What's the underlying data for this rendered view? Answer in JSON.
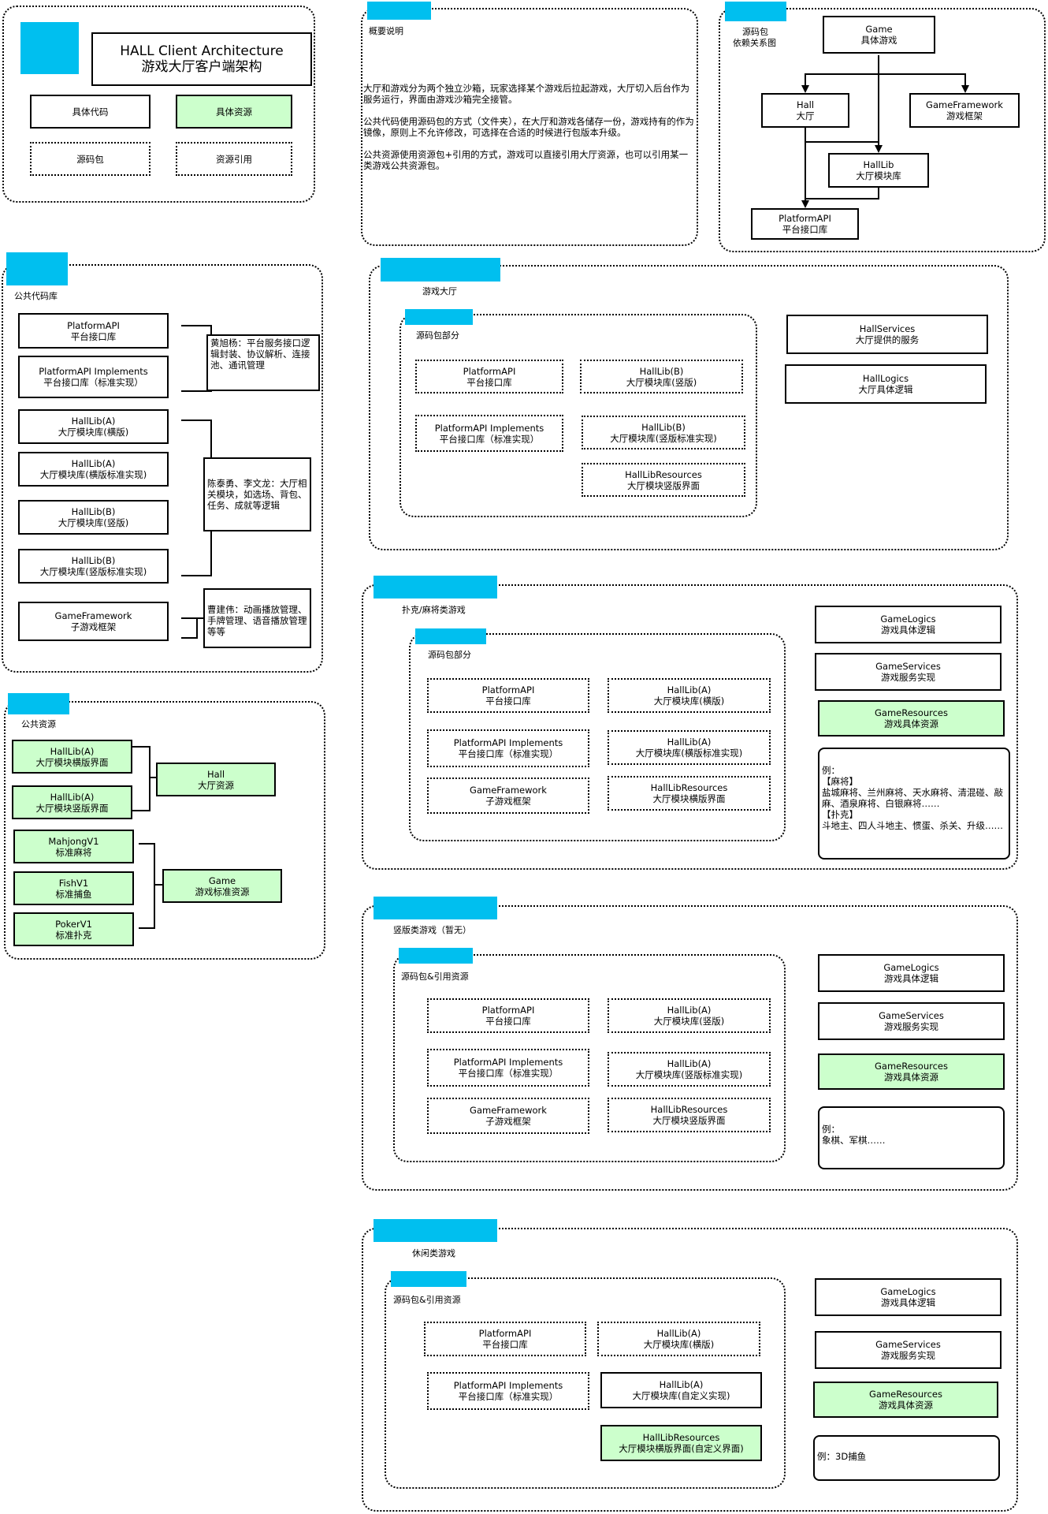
{
  "legend": {
    "title_en": "HALL Client Architecture",
    "title_cn": "游戏大厅客户端架构",
    "items": [
      "具体代码",
      "具体资源",
      "源码包",
      "资源引用"
    ]
  },
  "overview": {
    "caption": "概要说明",
    "paragraphs": [
      "大厅和游戏分为两个独立沙箱，玩家选择某个游戏后拉起游戏，大厅切入后台作为服务运行，界面由游戏沙箱完全接管。",
      "公共代码使用源码包的方式（文件夹），在大厅和游戏各储存一份，游戏持有的作为镜像，原则上不允许修改，可选择在合适的时候进行包版本升级。",
      "公共资源使用资源包+引用的方式，游戏可以直接引用大厅资源，也可以引用某一类游戏公共资源包。"
    ]
  },
  "deps": {
    "caption1": "源码包",
    "caption2": "依赖关系图",
    "game": [
      "Game",
      "具体游戏"
    ],
    "hall": [
      "Hall",
      "大厅"
    ],
    "framework": [
      "GameFramework",
      "游戏框架"
    ],
    "halllib": [
      "HallLib",
      "大厅模块库"
    ],
    "platform": [
      "PlatformAPI",
      "平台接口库"
    ]
  },
  "common_code": {
    "caption": "公共代码库",
    "boxes": [
      [
        "PlatformAPI",
        "平台接口库"
      ],
      [
        "PlatformAPI Implements",
        "平台接口库（标准实现）"
      ],
      [
        "HallLib(A)",
        "大厅模块库(横版)"
      ],
      [
        "HallLib(A)",
        "大厅模块库(横版标准实现)"
      ],
      [
        "HallLib(B)",
        "大厅模块库(竖版)"
      ],
      [
        "HallLib(B)",
        "大厅模块库(竖版标准实现)"
      ],
      [
        "GameFramework",
        "子游戏框架"
      ]
    ],
    "notes": [
      "黄旭杨：平台服务接口逻辑封装、协议解析、连接池、通讯管理",
      "陈泰勇、李文龙：大厅相关模块，如选场、背包、任务、成就等逻辑",
      "曹建伟：动画播放管理、手牌管理、语音播放管理等等"
    ]
  },
  "common_res": {
    "caption": "公共资源",
    "boxes": [
      [
        "HallLib(A)",
        "大厅模块横版界面"
      ],
      [
        "HallLib(A)",
        "大厅模块竖版界面"
      ],
      [
        "MahjongV1",
        "标准麻将"
      ],
      [
        "FishV1",
        "标准捕鱼"
      ],
      [
        "PokerV1",
        "标准扑克"
      ]
    ],
    "hall": [
      "Hall",
      "大厅资源"
    ],
    "game": [
      "Game",
      "游戏标准资源"
    ]
  },
  "hall_section": {
    "caption": "游戏大厅",
    "sub_caption": "源码包部分",
    "boxes": [
      [
        "PlatformAPI",
        "平台接口库"
      ],
      [
        "HallLib(B)",
        "大厅模块库(竖版)"
      ],
      [
        "PlatformAPI Implements",
        "平台接口库（标准实现）"
      ],
      [
        "HallLib(B)",
        "大厅模块库(竖版标准实现)"
      ],
      [
        "HallLibResources",
        "大厅模块竖版界面"
      ]
    ],
    "services": [
      "HallServices",
      "大厅提供的服务"
    ],
    "logics": [
      "HallLogics",
      "大厅具体逻辑"
    ]
  },
  "poker_section": {
    "caption": "扑克/麻将类游戏",
    "sub_caption": "源码包部分",
    "boxes": [
      [
        "PlatformAPI",
        "平台接口库"
      ],
      [
        "HallLib(A)",
        "大厅模块库(横版)"
      ],
      [
        "PlatformAPI Implements",
        "平台接口库（标准实现）"
      ],
      [
        "HallLib(A)",
        "大厅模块库(横版标准实现)"
      ],
      [
        "GameFramework",
        "子游戏框架"
      ],
      [
        "HallLibResources",
        "大厅模块横版界面"
      ]
    ],
    "logics": [
      "GameLogics",
      "游戏具体逻辑"
    ],
    "services": [
      "GameServices",
      "游戏服务实现"
    ],
    "resources": [
      "GameResources",
      "游戏具体资源"
    ],
    "example": [
      "例：",
      "【麻将】",
      "盐城麻将、兰州麻将、天水麻将、清混碰、敲麻、酒泉麻将、白银麻将……",
      "【扑克】",
      "斗地主、四人斗地主、惯蛋、杀关、升级……"
    ]
  },
  "vertical_section": {
    "caption": "竖版类游戏（暂无）",
    "sub_caption": "源码包&引用资源",
    "boxes": [
      [
        "PlatformAPI",
        "平台接口库"
      ],
      [
        "HallLib(A)",
        "大厅模块库(竖版)"
      ],
      [
        "PlatformAPI Implements",
        "平台接口库（标准实现）"
      ],
      [
        "HallLib(A)",
        "大厅模块库(竖版标准实现)"
      ],
      [
        "GameFramework",
        "子游戏框架"
      ],
      [
        "HallLibResources",
        "大厅模块竖版界面"
      ]
    ],
    "logics": [
      "GameLogics",
      "游戏具体逻辑"
    ],
    "services": [
      "GameServices",
      "游戏服务实现"
    ],
    "resources": [
      "GameResources",
      "游戏具体资源"
    ],
    "example": [
      "例：",
      "象棋、军棋……"
    ]
  },
  "casual_section": {
    "caption": "休闲类游戏",
    "sub_caption": "源码包&引用资源",
    "boxes": [
      [
        "PlatformAPI",
        "平台接口库"
      ],
      [
        "HallLib(A)",
        "大厅模块库(横版)"
      ],
      [
        "PlatformAPI Implements",
        "平台接口库（标准实现）"
      ],
      [
        "HallLib(A)",
        "大厅模块库(自定义实现)"
      ],
      [
        "HallLibResources",
        "大厅模块横版界面(自定义界面)"
      ]
    ],
    "logics": [
      "GameLogics",
      "游戏具体逻辑"
    ],
    "services": [
      "GameServices",
      "游戏服务实现"
    ],
    "resources": [
      "GameResources",
      "游戏具体资源"
    ],
    "example": [
      "例：3D捕鱼"
    ]
  }
}
